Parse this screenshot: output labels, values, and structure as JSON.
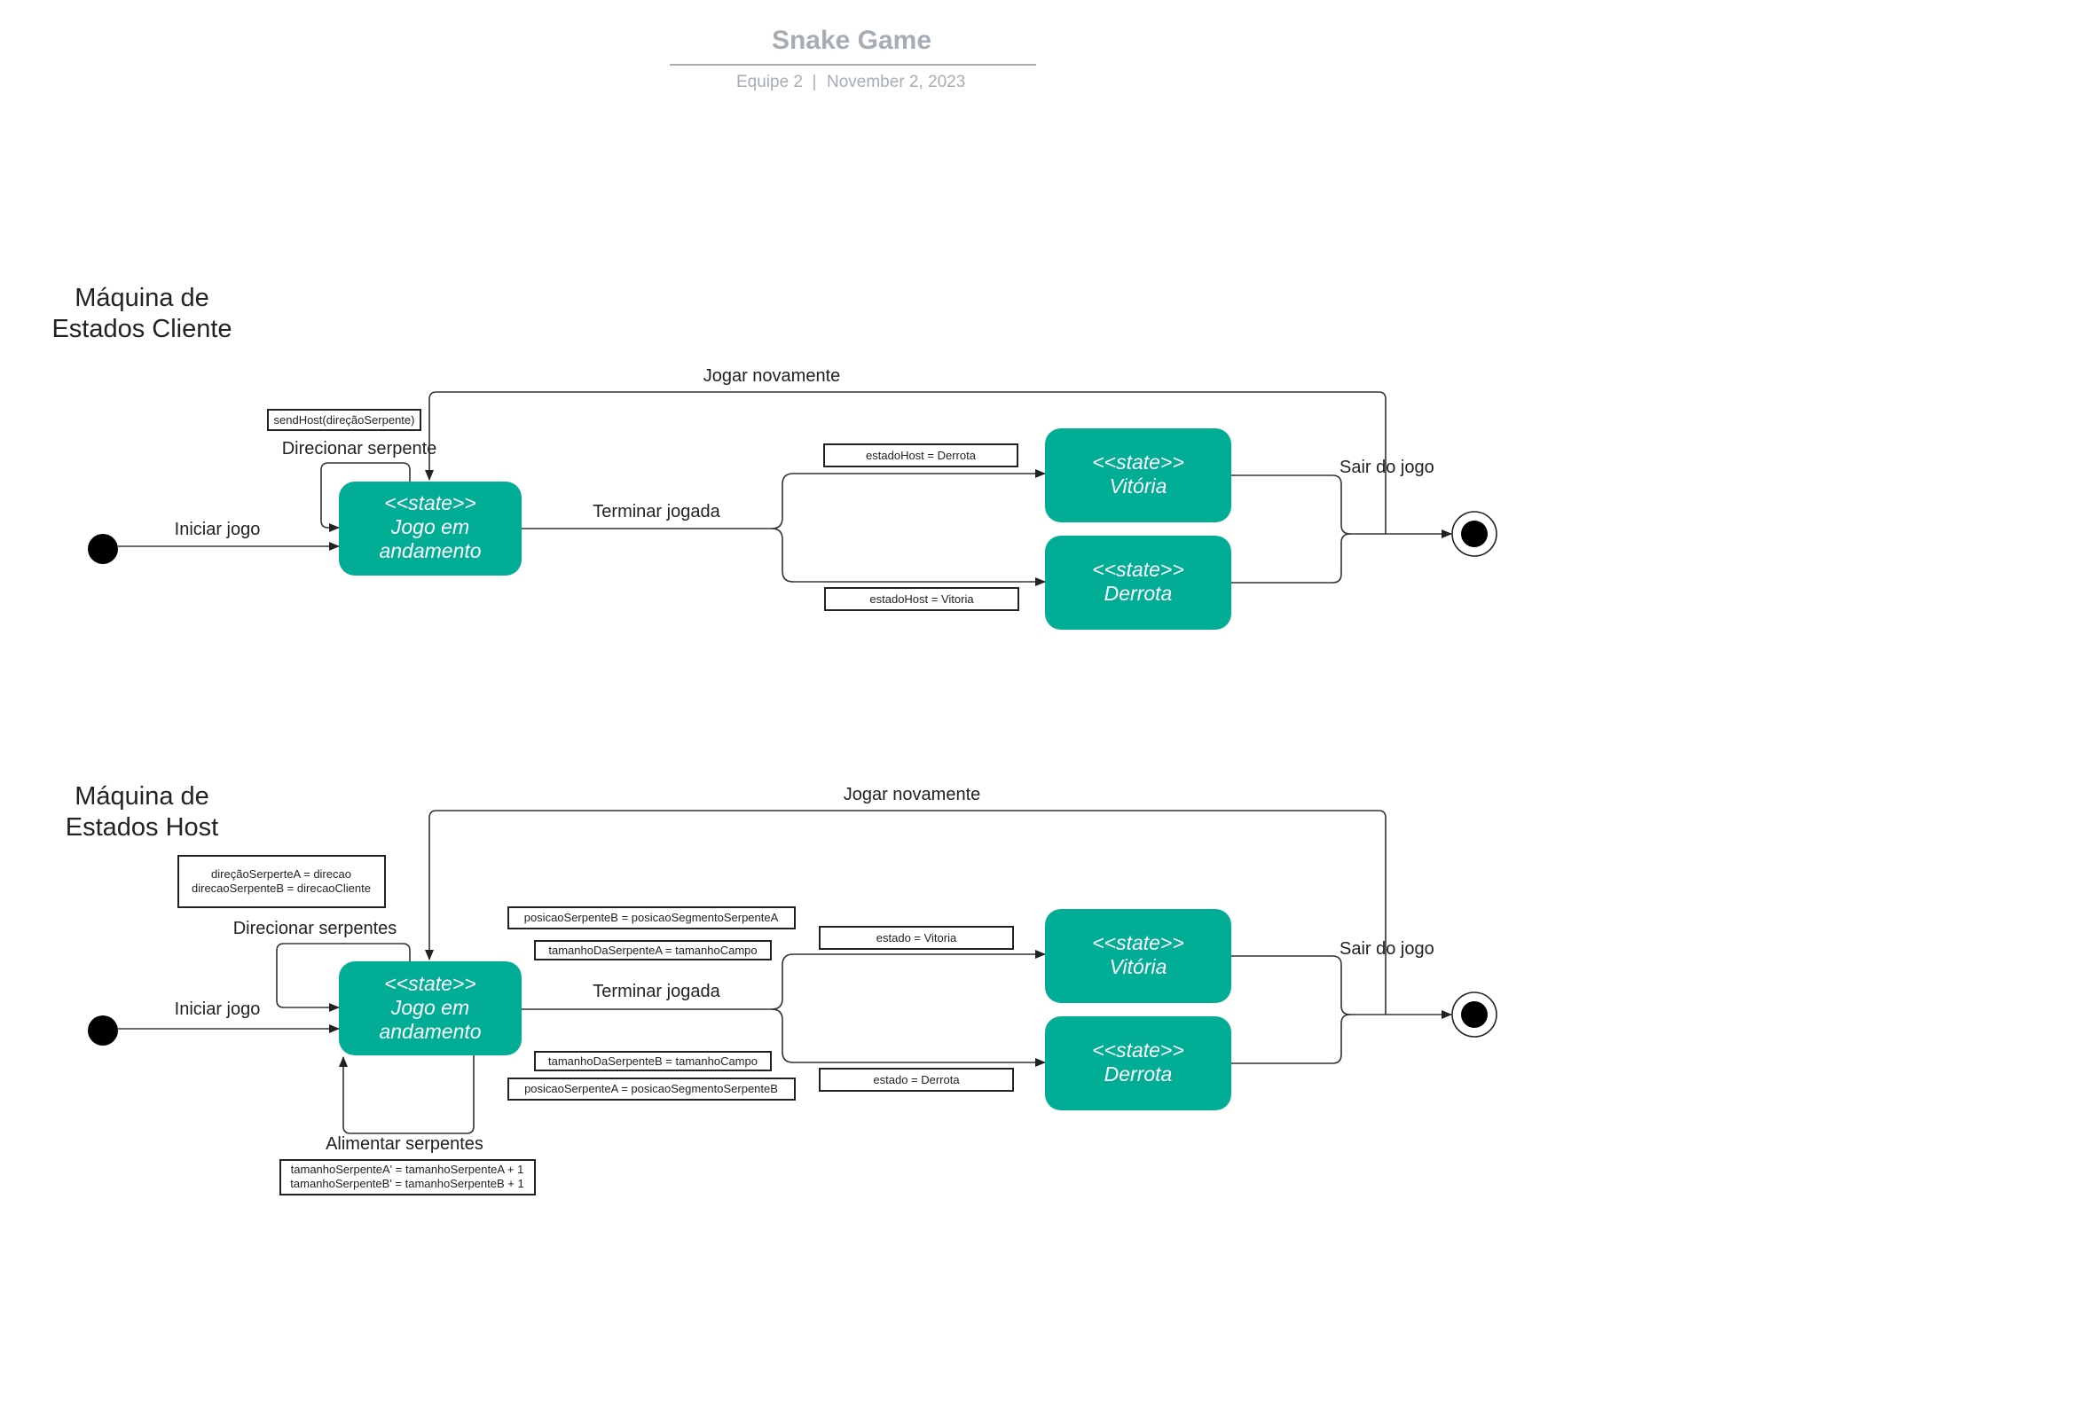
{
  "header": {
    "title": "Snake Game",
    "team": "Equipe 2",
    "separator": "|",
    "date": "November 2, 2023"
  },
  "colors": {
    "state_fill": "#02ad96",
    "title_gray": "#a6adb5",
    "line": "#333333"
  },
  "client": {
    "heading_line1": "Máquina de",
    "heading_line2": "Estados Cliente",
    "state_stereotype": "<<state>>",
    "state_playing_line1": "Jogo em",
    "state_playing_line2": "andamento",
    "state_victory": "Vitória",
    "state_defeat": "Derrota",
    "transition_start": "Iniciar jogo",
    "transition_direct": "Direcionar serpente",
    "transition_end_play": "Terminar jogada",
    "transition_play_again": "Jogar novamente",
    "transition_quit": "Sair do jogo",
    "note_send_host": "sendHost(direçãoSerpente)",
    "note_host_defeat": "estadoHost = Derrota",
    "note_host_victory": "estadoHost = Vitoria"
  },
  "host": {
    "heading_line1": "Máquina de",
    "heading_line2": "Estados Host",
    "state_stereotype": "<<state>>",
    "state_playing_line1": "Jogo em",
    "state_playing_line2": "andamento",
    "state_victory": "Vitória",
    "state_defeat": "Derrota",
    "transition_start": "Iniciar jogo",
    "transition_direct": "Direcionar serpentes",
    "transition_feed": "Alimentar serpentes",
    "transition_end_play": "Terminar jogada",
    "transition_play_again": "Jogar novamente",
    "transition_quit": "Sair do jogo",
    "note_direction_line1": "direçãoSerperteA = direcao",
    "note_direction_line2": "direcaoSerpenteB = direcaoCliente",
    "note_win_position": "posicaoSerpenteB = posicaoSegmentoSerpenteA",
    "note_win_size": "tamanhoDaSerpenteA = tamanhoCampo",
    "note_lose_size": "tamanhoDaSerpenteB = tamanhoCampo",
    "note_lose_position": "posicaoSerpenteA = posicaoSegmentoSerpenteB",
    "note_state_victory": "estado = Vitoria",
    "note_state_defeat": "estado = Derrota",
    "note_feed_line1": "tamanhoSerpenteA' = tamanhoSerpenteA + 1",
    "note_feed_line2": "tamanhoSerpenteB' = tamanhoSerpenteB + 1"
  }
}
